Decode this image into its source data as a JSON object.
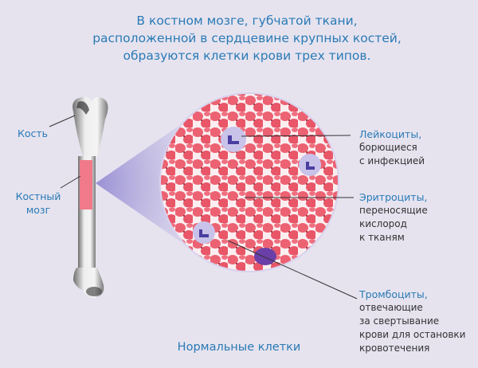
{
  "title": {
    "lines": [
      "В костном мозге, губчатой ткани,",
      "расположенной в сердцевине крупных костей,",
      "образуются клетки крови трех типов."
    ]
  },
  "bone_labels": {
    "bone": "Кость",
    "marrow_line1": "Костный",
    "marrow_line2": "мозг"
  },
  "cell_labels": {
    "leukocytes": {
      "name": "Лейкоциты,",
      "desc": [
        "борющиеся",
        "с инфекцией"
      ]
    },
    "erythrocytes": {
      "name": "Эритроциты,",
      "desc": [
        "переносящие",
        "кислород",
        "к тканям"
      ]
    },
    "platelets": {
      "name": "Тромбоциты,",
      "desc": [
        "отвечающие",
        "за свертывание",
        "крови для остановки",
        "кровотечения"
      ]
    }
  },
  "caption": "Нормальные клетки",
  "colors": {
    "background": "#e6e3ef",
    "accent_text": "#2a7ab5",
    "body_text": "#333333",
    "red_cell": "#e85a6a",
    "white_cell": "#6a5fb8",
    "platelet": "#6b3fa8",
    "marrow": "#f07a8a"
  }
}
